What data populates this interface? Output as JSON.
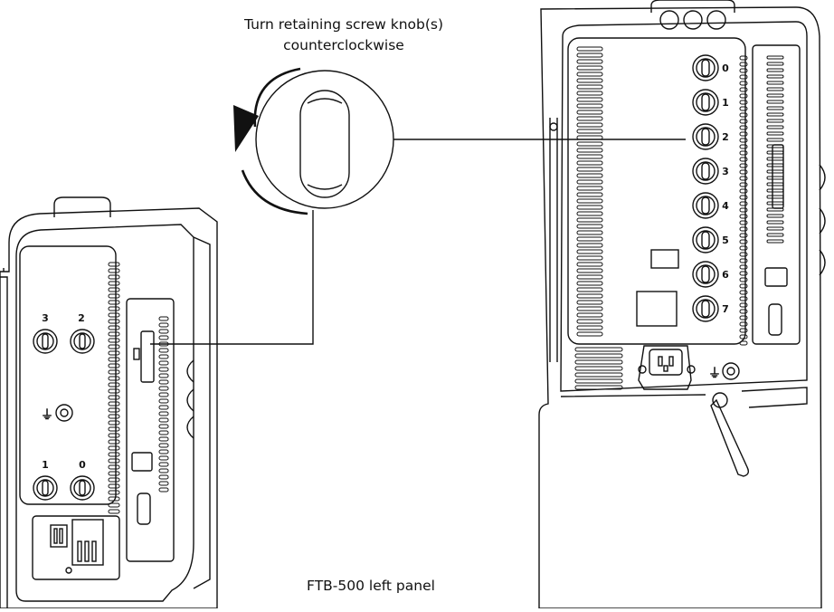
{
  "instruction": {
    "line1": "Turn retaining screw knob(s)",
    "line2": "counterclockwise"
  },
  "panel_label": "FTB-500 left panel",
  "small_unit": {
    "slot_labels_top": [
      "3",
      "2"
    ],
    "slot_labels_bottom": [
      "1",
      "0"
    ],
    "ground_symbol": "⏚"
  },
  "large_unit": {
    "slot_labels": [
      "0",
      "1",
      "2",
      "3",
      "4",
      "5",
      "6",
      "7"
    ],
    "ground_symbol": "⏚"
  },
  "colors": {
    "line": "#111111",
    "fill": "#ffffff"
  }
}
